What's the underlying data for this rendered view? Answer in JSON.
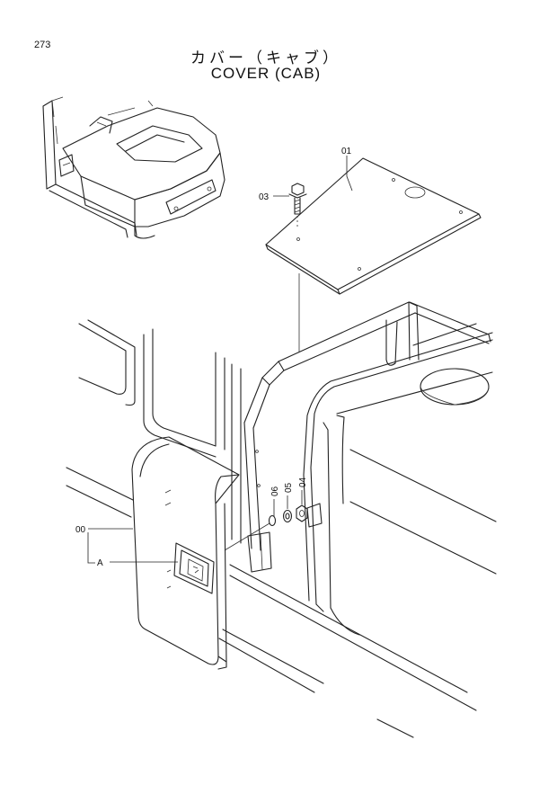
{
  "page": {
    "number": "273"
  },
  "title": {
    "japanese": "カバー（キャブ）",
    "english": "COVER (CAB)"
  },
  "callouts": {
    "part_01": "01",
    "part_03": "03",
    "part_04": "04",
    "part_05": "05",
    "part_06": "06",
    "part_00": "00",
    "detail_a": "A"
  },
  "colors": {
    "line": "#222222",
    "background": "#ffffff"
  }
}
